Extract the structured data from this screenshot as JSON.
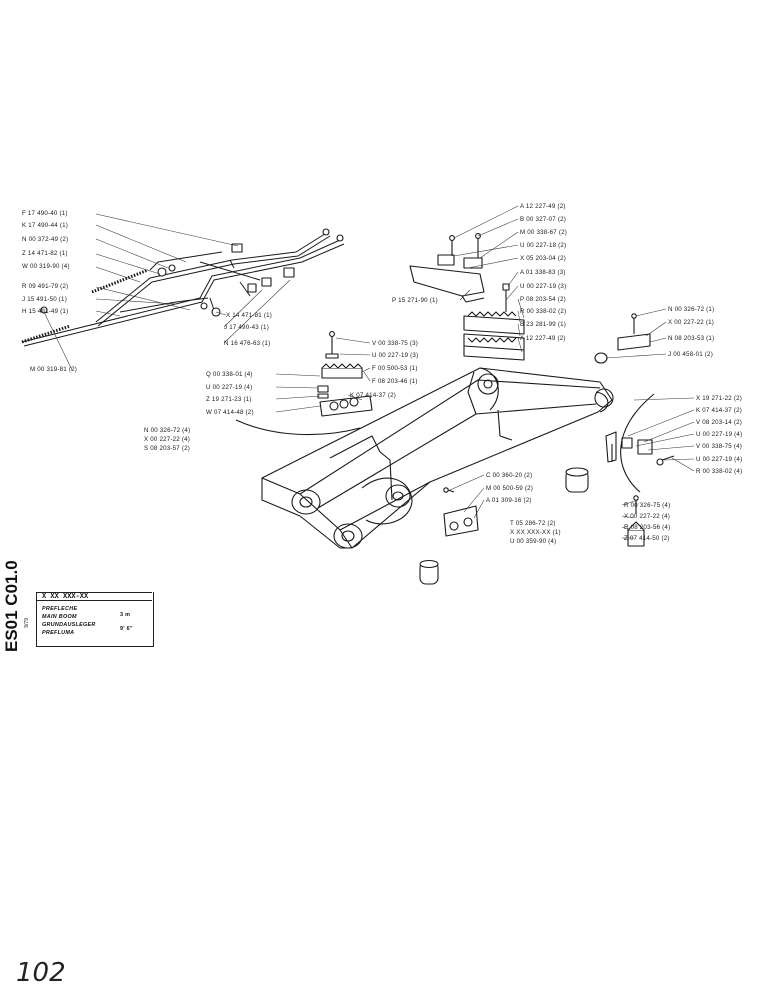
{
  "document": {
    "code": "ES01 C01.0",
    "date": "9/79",
    "page_number": "102",
    "part_number": "X XX XXX-XX",
    "titles": [
      "PREFLECHE",
      "MAIN BOOM",
      "GRUNDAUSLEGER",
      "PREFLUMA"
    ],
    "sizes": [
      "3 m",
      "9' 6\""
    ]
  },
  "labels": [
    "F 17 490-40 (1)",
    "K 17 490-44 (1)",
    "N 00 372-49 (2)",
    "Z 14 471-82 (1)",
    "W 00 319-90 (4)",
    "R 09 491-79 (2)",
    "J 15 491-50 (1)",
    "H 15 491-49 (1)",
    "M 00 319-81 (2)",
    "X 14 471-81 (1)",
    "J 17 490-43 (1)",
    "N 16 476-63 (1)",
    "A 12 227-49 (2)",
    "B 00 327-07 (2)",
    "M 00 338-67 (2)",
    "U 00 227-18 (2)",
    "X 05 203-04 (2)",
    "A 01 338-83 (3)",
    "U 00 227-19 (3)",
    "P 08 203-54 (2)",
    "R 00 338-02 (2)",
    "B 23 281-99 (1)",
    "A 12 227-49 (2)",
    "P 15 271-90 (1)",
    "N 00 326-72 (1)",
    "X 00 227-22 (1)",
    "N 08 203-53 (1)",
    "J 00 458-01 (2)",
    "V 00 338-75 (3)",
    "U 00 227-19 (3)",
    "F 00 500-53 (1)",
    "F 08 203-46 (1)",
    "K 07 414-37 (2)",
    "Q 00 338-01 (4)",
    "U 00 227-19 (4)",
    "Z 19 271-23 (1)",
    "W 07 414-48 (2)",
    "N 00 326-72 (4)",
    "X 00 227-22 (4)",
    "S 08 203-57 (2)",
    "X 19 271-22 (2)",
    "K 07 414-37 (2)",
    "V 08 203-14 (2)",
    "U 00 227-19 (4)",
    "V 00 338-75 (4)",
    "U 00 227-19 (4)",
    "R 00 338-02 (4)",
    "C 00 360-20 (2)",
    "M 00 500-59 (2)",
    "A 01 309-16 (2)",
    "T 05 286-72 (2)",
    "X XX XXX-XX (1)",
    "U 00 359-90 (4)",
    "R 00 326-75 (4)",
    "X 00 227-22 (4)",
    "R 08 203-56 (4)",
    "Z 07 414-50 (2)"
  ]
}
